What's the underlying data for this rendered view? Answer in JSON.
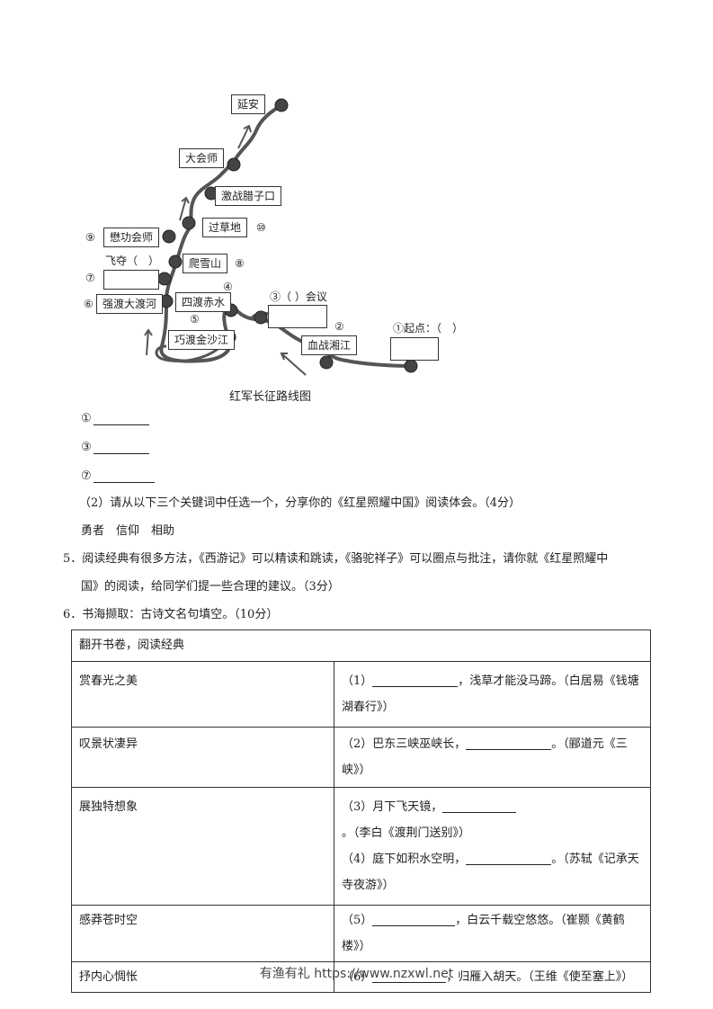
{
  "map": {
    "caption": "红军长征路线图",
    "labels": {
      "yanan": "延安",
      "dahuishi": "大会师",
      "lazikou": "激战腊子口",
      "caodi": "过草地",
      "maogong": "懋功会师",
      "num9": "⑨",
      "num10": "⑩",
      "feiduo": "飞夺（　）",
      "num7": "⑦",
      "xueshan": "爬雪山",
      "num8": "⑧",
      "num6": "⑥",
      "daduhe": "强渡大渡河",
      "chishui": "四渡赤水",
      "num4": "④",
      "num5": "⑤",
      "jinshajiang": "巧渡金沙江",
      "huiyi": "③（ ）会议",
      "num2": "②",
      "xiangjiang": "血战湘江",
      "qidian": "①起点：（　）"
    }
  },
  "answers": [
    "①",
    "③",
    "⑦"
  ],
  "q4_2": "（2）请从以下三个关键词中任选一个，分享你的《红星照耀中国》阅读体会。（4分）",
  "keywords": "勇者　信仰　相助",
  "q5_line1": "5．阅读经典有很多方法，《西游记》可以精读和跳读，《骆驼祥子》可以圈点与批注，请你就《红星照耀中",
  "q5_line2": "国》的阅读，给同学们提一些合理的建议。（3分）",
  "q6": "6．书海撷取：古诗文名句填空。（10分）",
  "table": {
    "header": "翻开书卷，阅读经典",
    "rows": [
      {
        "theme": "赏春光之美",
        "items": [
          {
            "pre": "（1）",
            "post": "，浅草才能没马蹄。（白居易《钱塘湖春行》）"
          }
        ]
      },
      {
        "theme": "叹景状凄异",
        "items": [
          {
            "pre": "（2）巴东三峡巫峡长，",
            "post": "。（郦道元《三峡》）"
          }
        ]
      },
      {
        "theme": "展独特想象",
        "items": [
          {
            "pre": "（3）月下飞天镜，",
            "post": "。（李白《渡荆门送别》）"
          },
          {
            "pre": "（4）庭下如积水空明，",
            "post": "。（苏轼《记承天寺夜游》）"
          }
        ]
      },
      {
        "theme": "感莽苍时空",
        "items": [
          {
            "pre": "（5）",
            "post": "，白云千载空悠悠。（崔颢《黄鹤楼》）"
          }
        ]
      },
      {
        "theme": "抒内心惆怅",
        "items": [
          {
            "pre": "（6）",
            "post": "，归雁入胡天。（王维《使至塞上》）"
          }
        ]
      }
    ]
  },
  "footer": "有渔有礼 https://www.nzxwl.net"
}
